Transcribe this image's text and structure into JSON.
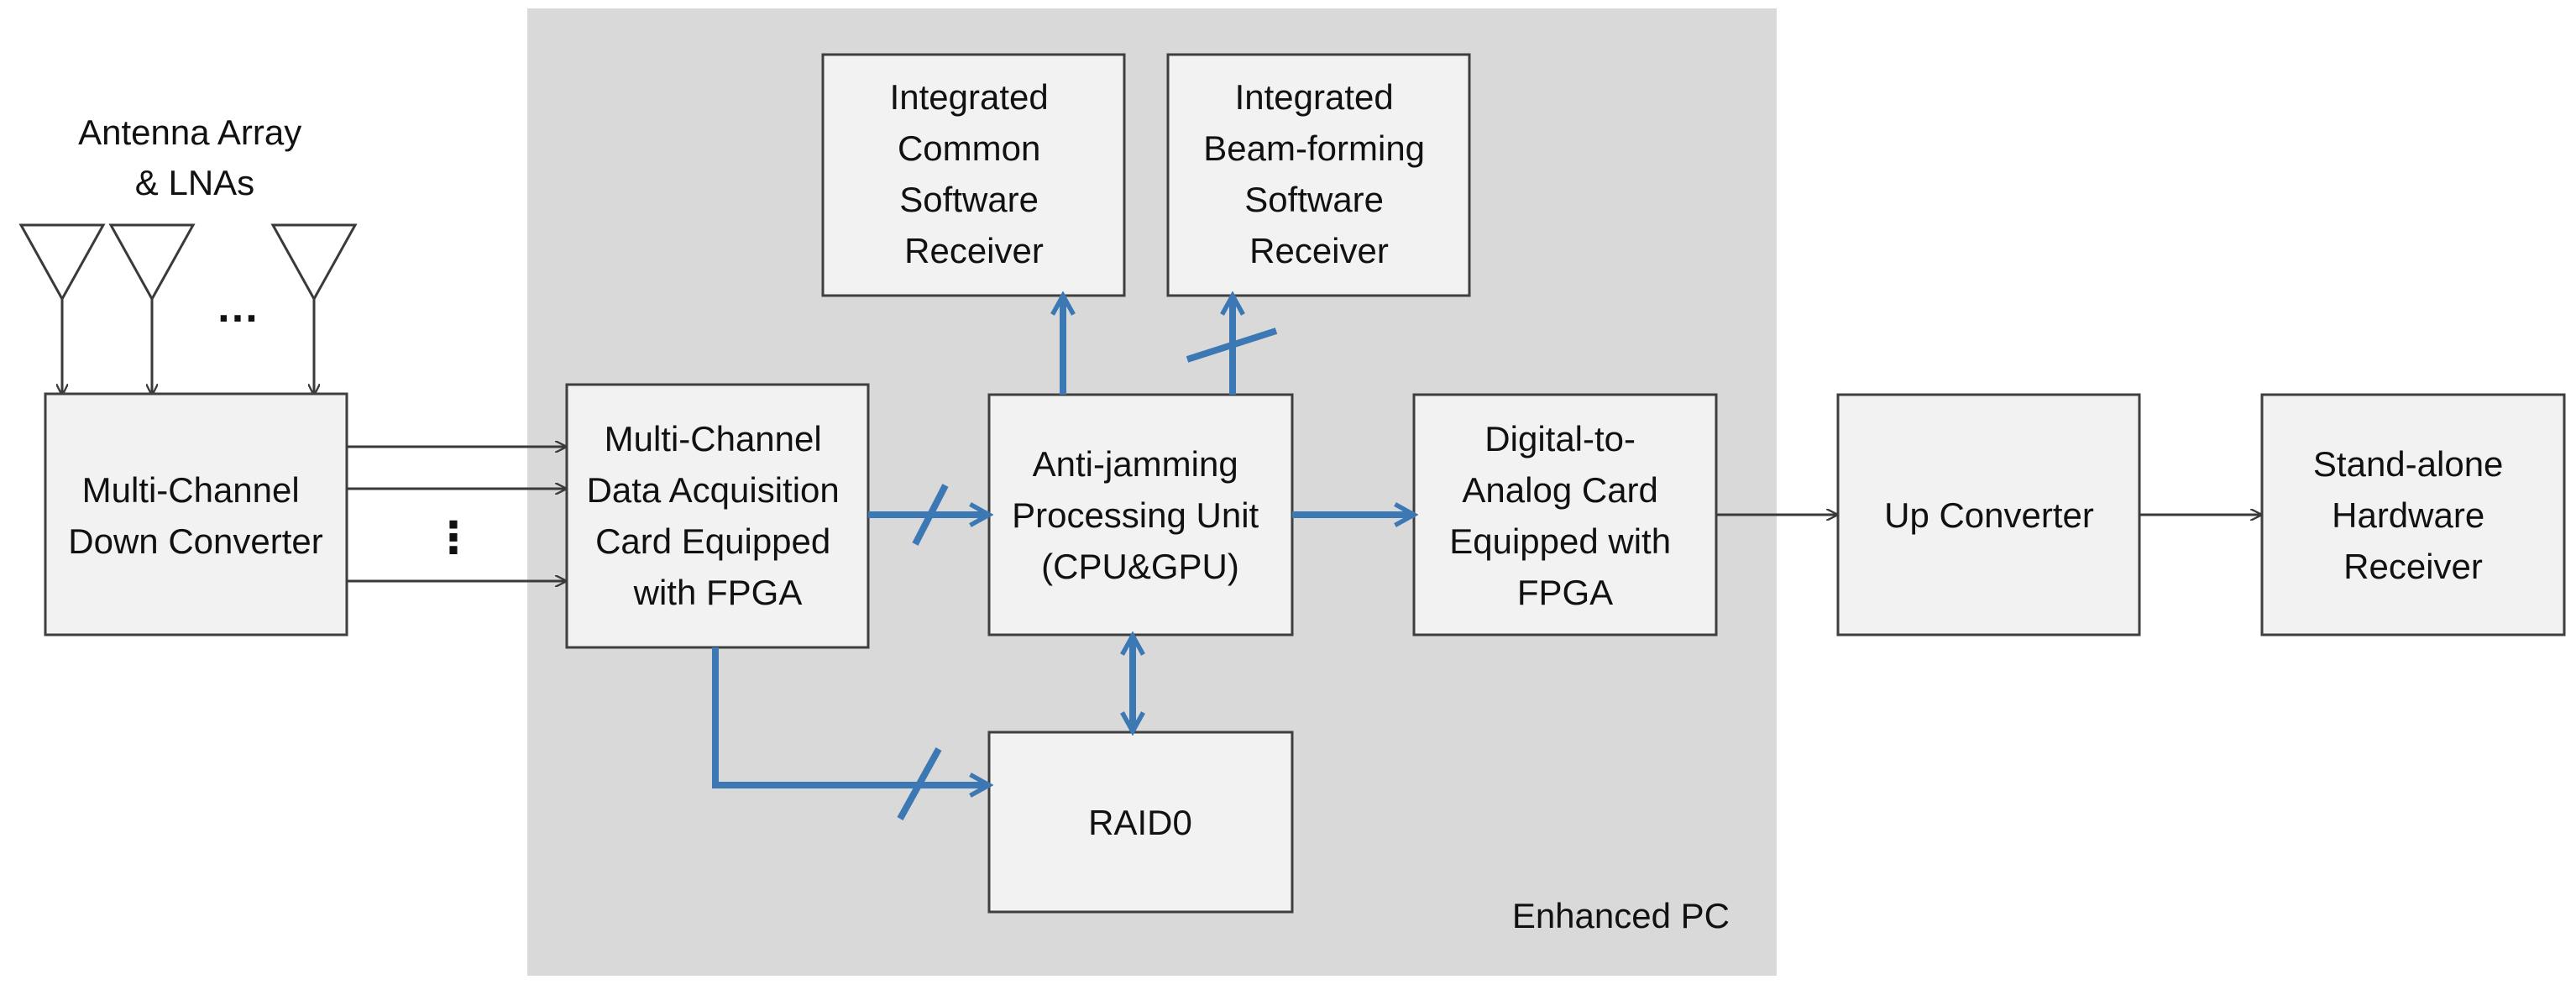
{
  "colors": {
    "enclosure_fill": "#d9d9d9",
    "block_fill": "#f2f2f2",
    "block_stroke": "#3f3f3f",
    "bus_line": "#3b78b4",
    "thin_line": "#3a3a3a"
  },
  "antenna": {
    "label_lines": [
      "Antenna Array",
      "& LNAs"
    ],
    "ellipsis": "…"
  },
  "enclosure": {
    "label": "Enhanced PC"
  },
  "blocks": {
    "down_converter": [
      "Multi-Channel",
      "Down Converter"
    ],
    "daq_card": [
      "Multi-Channel",
      "Data Acquisition",
      "Card Equipped",
      "with FPGA"
    ],
    "anti_jamming": [
      "Anti-jamming",
      "Processing Unit",
      "(CPU&GPU)"
    ],
    "common_receiver": [
      "Integrated",
      "Common",
      "Software",
      "Receiver"
    ],
    "beamforming_receiver": [
      "Integrated",
      "Beam-forming",
      "Software",
      "Receiver"
    ],
    "raid": [
      "RAID0"
    ],
    "dac_card": [
      "Digital-to-",
      "Analog Card",
      "Equipped with",
      "FPGA"
    ],
    "up_converter": [
      "Up Converter"
    ],
    "hardware_receiver": [
      "Stand-alone",
      "Hardware",
      "Receiver"
    ]
  },
  "vertical_ellipsis": "⋮"
}
